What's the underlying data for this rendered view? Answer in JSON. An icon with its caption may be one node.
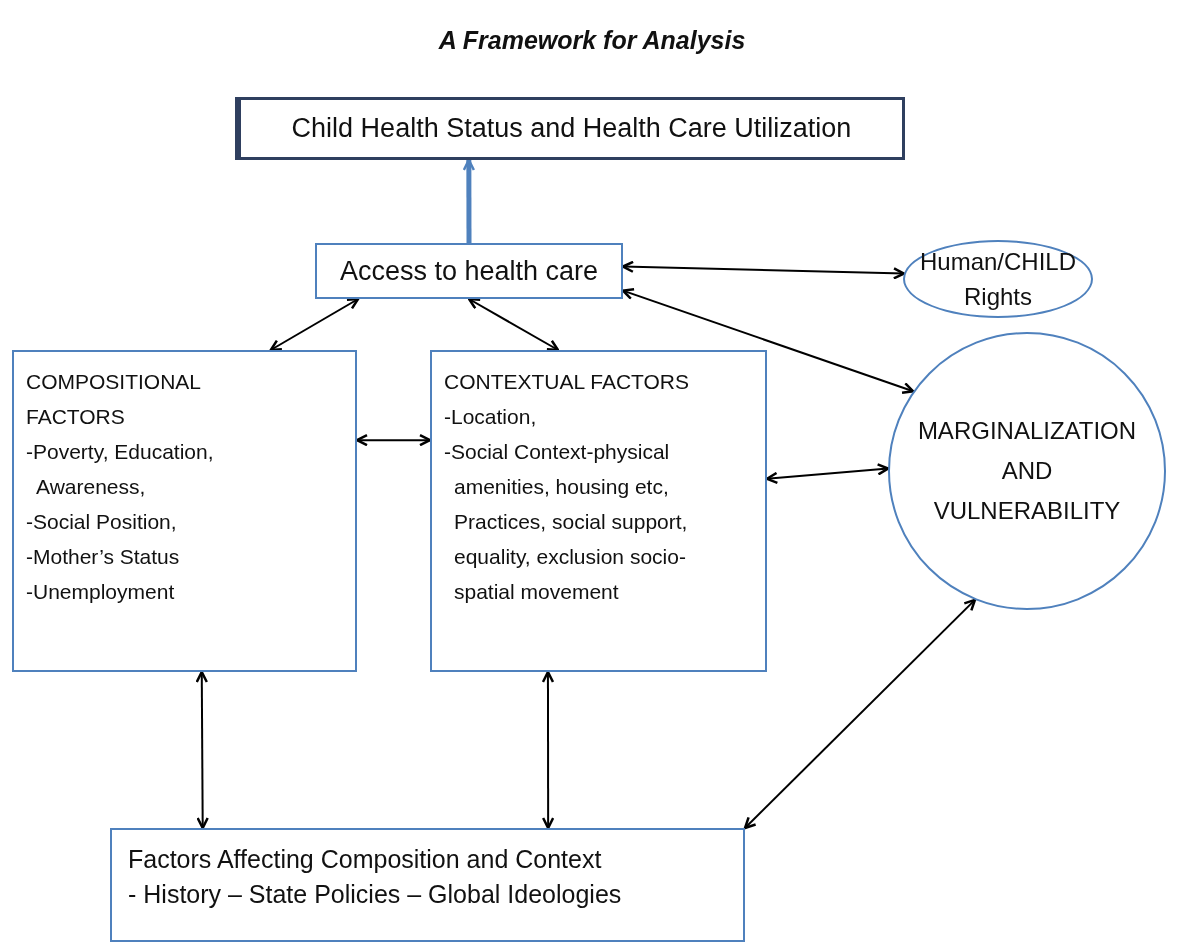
{
  "diagram": {
    "title": "A Framework for Analysis",
    "nodes": [
      {
        "text": [
          "Child Health Status and Health Care Utilization"
        ]
      },
      {
        "text": [
          "Access to health care"
        ]
      },
      {
        "text": [
          "Human/CHILD Rights"
        ]
      },
      {
        "text": [
          "COMPOSITIONAL FACTORS",
          "-Poverty, Education, Awareness,",
          "-Social Position,",
          "-Mother’s Status",
          "-Unemployment"
        ]
      },
      {
        "text": [
          "CONTEXTUAL FACTORS",
          "-Location,",
          "-Social Context-physical amenities, housing etc, Practices, social support, equality, exclusion socio-spatial movement"
        ]
      },
      {
        "text": [
          "MARGINALIZATION AND VULNERABILITY"
        ]
      },
      {
        "text": [
          "Factors Affecting Composition and Context",
          "- History – State Policies – Global Ideologies"
        ]
      }
    ],
    "edges": [
      {
        "from": 1,
        "to": 0,
        "arrow": "to",
        "style": "thick",
        "color": "#4f81bd"
      },
      {
        "from": 1,
        "to": 2,
        "arrow": "both"
      },
      {
        "from": 1,
        "to": 5,
        "arrow": "both"
      },
      {
        "from": 1,
        "to": 3,
        "arrow": "both"
      },
      {
        "from": 1,
        "to": 4,
        "arrow": "both"
      },
      {
        "from": 3,
        "to": 4,
        "arrow": "both"
      },
      {
        "from": 4,
        "to": 5,
        "arrow": "both"
      },
      {
        "from": 3,
        "to": 6,
        "arrow": "both"
      },
      {
        "from": 4,
        "to": 6,
        "arrow": "both"
      },
      {
        "from": 6,
        "to": 5,
        "arrow": "both"
      }
    ]
  }
}
